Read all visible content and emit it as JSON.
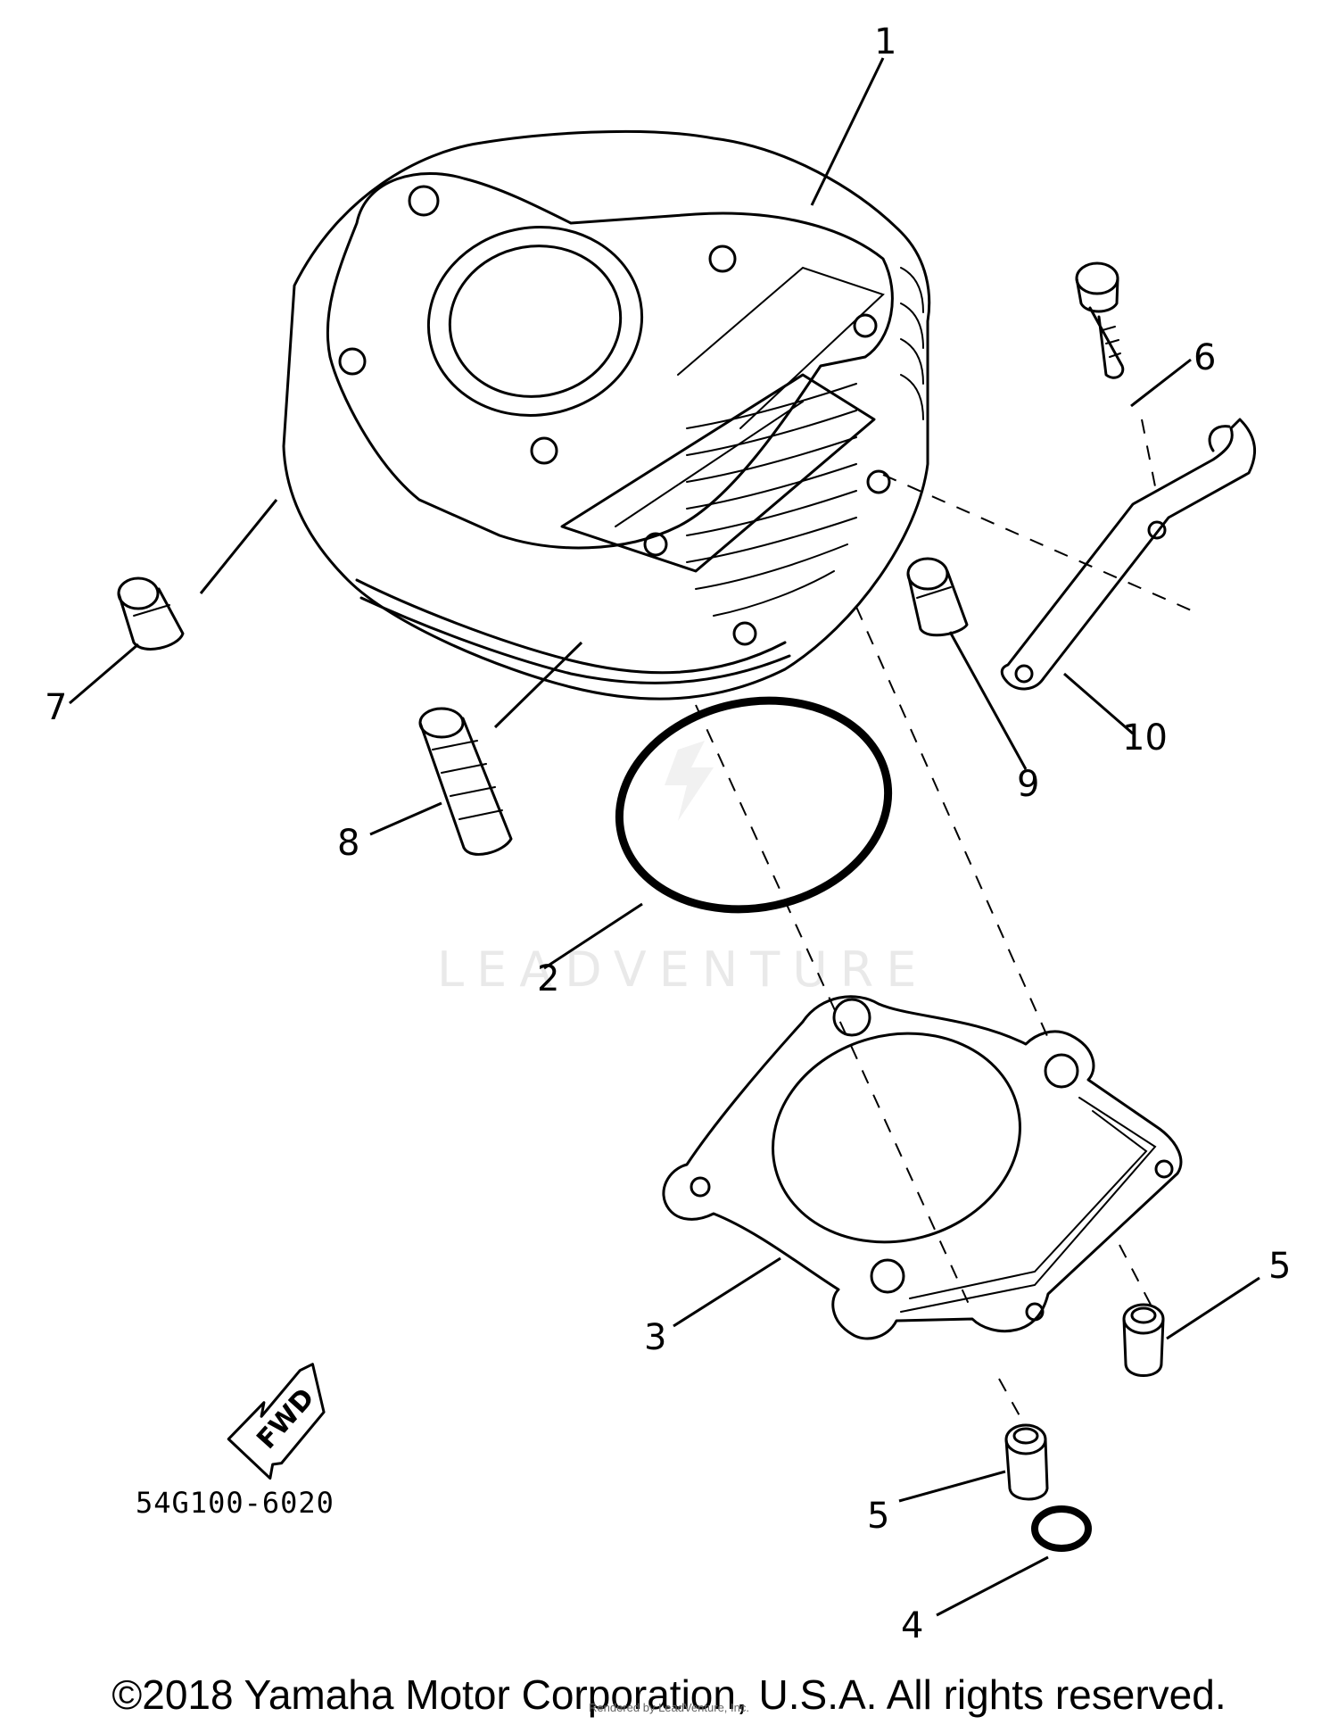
{
  "diagram": {
    "callouts": {
      "c1": "1",
      "c2": "2",
      "c3": "3",
      "c4": "4",
      "c5a": "5",
      "c5b": "5",
      "c6": "6",
      "c7": "7",
      "c8": "8",
      "c9": "9",
      "c10": "10"
    },
    "fwd_label": "FWD",
    "diagram_code": "54G100-6020",
    "watermark": "LEADVENTURE"
  },
  "footer": {
    "copyright": "©2018 Yamaha Motor Corporation, U.S.A. All rights reserved.",
    "fineprint": "Rendered by LeadVenture, Inc."
  }
}
